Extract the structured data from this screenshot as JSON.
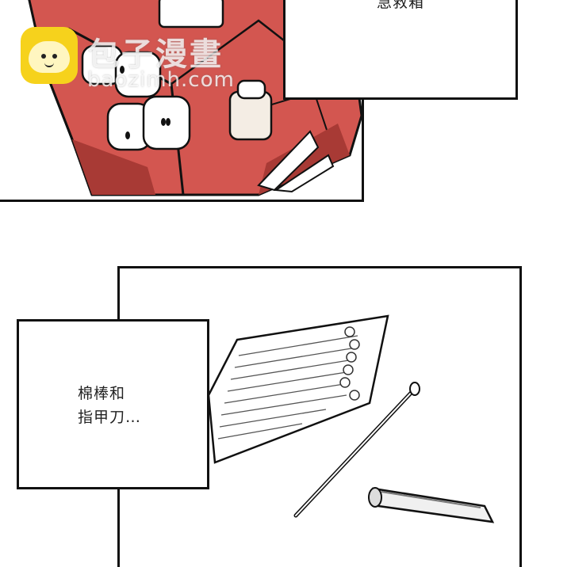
{
  "panels": {
    "top_caption": "急救箱",
    "left_caption_line1": "棉棒和",
    "left_caption_line2": "指甲刀…"
  },
  "watermark": {
    "title": "包子漫畫",
    "url": "baozimh.com",
    "logo_icon": "bun-mascot-icon"
  },
  "colors": {
    "box_red": "#d9534f",
    "ink": "#111111",
    "watermark_yellow": "#f6d21c"
  }
}
